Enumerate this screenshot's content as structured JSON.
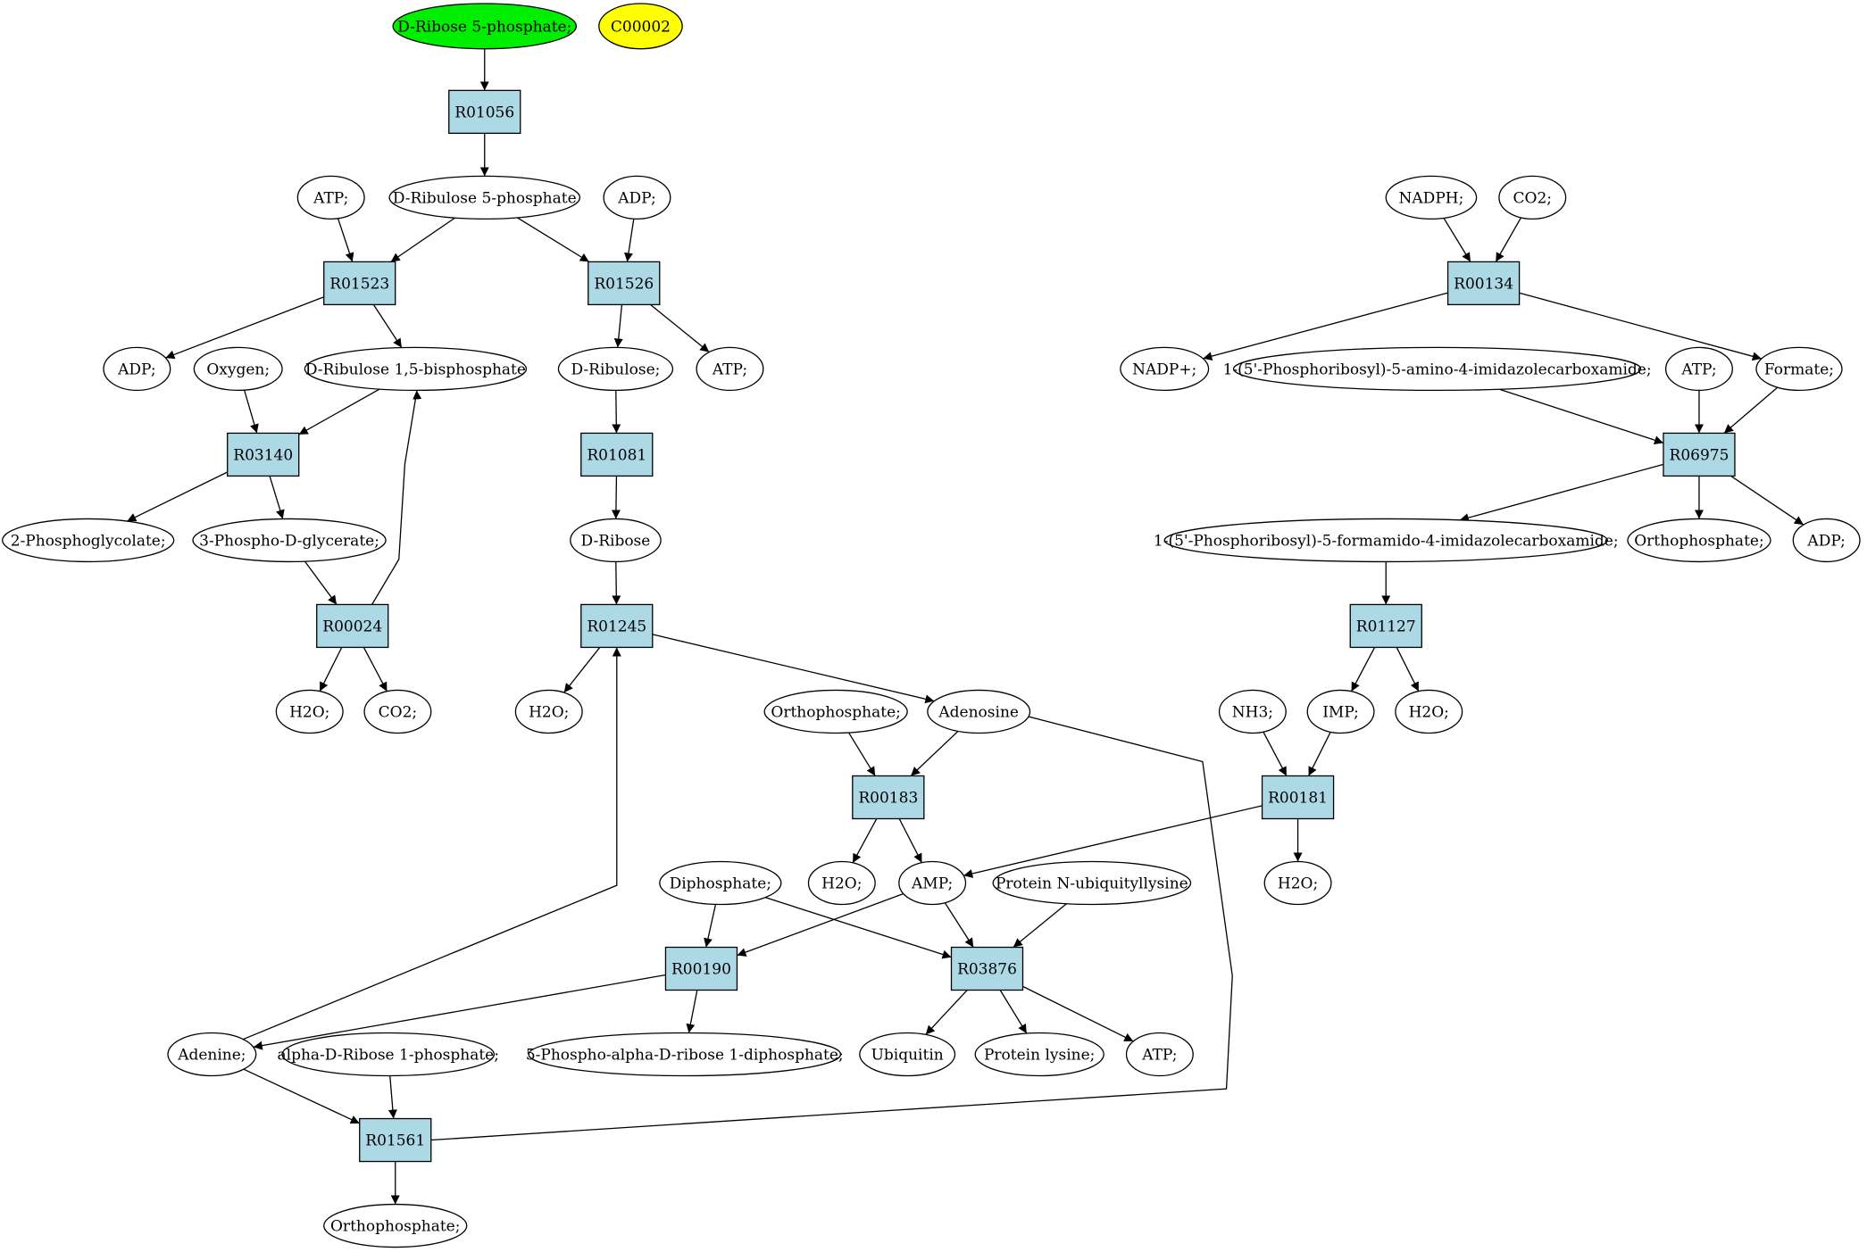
{
  "colors": {
    "start_compound": "#00ee00",
    "highlight_compound": "#ffff00",
    "reaction": "#add8e6",
    "compound": "#ffffff",
    "stroke": "#000000"
  },
  "nodes": [
    {
      "id": "c_r5p",
      "kind": "compound",
      "label": "D-Ribose 5-phosphate;",
      "fill": "start_compound"
    },
    {
      "id": "c_c00002",
      "kind": "compound",
      "label": "C00002",
      "fill": "highlight_compound"
    },
    {
      "id": "r01056",
      "kind": "reaction",
      "label": "R01056"
    },
    {
      "id": "c_atp1",
      "kind": "compound",
      "label": "ATP;"
    },
    {
      "id": "c_ru5p",
      "kind": "compound",
      "label": "D-Ribulose 5-phosphate"
    },
    {
      "id": "c_adp1",
      "kind": "compound",
      "label": "ADP;"
    },
    {
      "id": "r01523",
      "kind": "reaction",
      "label": "R01523"
    },
    {
      "id": "r01526",
      "kind": "reaction",
      "label": "R01526"
    },
    {
      "id": "c_adp2",
      "kind": "compound",
      "label": "ADP;"
    },
    {
      "id": "c_oxygen",
      "kind": "compound",
      "label": "Oxygen;"
    },
    {
      "id": "c_rubp",
      "kind": "compound",
      "label": "D-Ribulose 1,5-bisphosphate"
    },
    {
      "id": "c_ribulose",
      "kind": "compound",
      "label": "D-Ribulose;"
    },
    {
      "id": "c_atp2",
      "kind": "compound",
      "label": "ATP;"
    },
    {
      "id": "r03140",
      "kind": "reaction",
      "label": "R03140"
    },
    {
      "id": "r01081",
      "kind": "reaction",
      "label": "R01081"
    },
    {
      "id": "c_2pg",
      "kind": "compound",
      "label": "2-Phosphoglycolate;"
    },
    {
      "id": "c_3pg",
      "kind": "compound",
      "label": "3-Phospho-D-glycerate;"
    },
    {
      "id": "c_ribose",
      "kind": "compound",
      "label": "D-Ribose"
    },
    {
      "id": "r00024",
      "kind": "reaction",
      "label": "R00024"
    },
    {
      "id": "r01245",
      "kind": "reaction",
      "label": "R01245"
    },
    {
      "id": "c_h2o1",
      "kind": "compound",
      "label": "H2O;"
    },
    {
      "id": "c_co2a",
      "kind": "compound",
      "label": "CO2;"
    },
    {
      "id": "c_h2o2",
      "kind": "compound",
      "label": "H2O;"
    },
    {
      "id": "c_ortho1",
      "kind": "compound",
      "label": "Orthophosphate;"
    },
    {
      "id": "c_adenosine",
      "kind": "compound",
      "label": "Adenosine"
    },
    {
      "id": "r00183",
      "kind": "reaction",
      "label": "R00183"
    },
    {
      "id": "c_h2o3",
      "kind": "compound",
      "label": "H2O;"
    },
    {
      "id": "c_amp",
      "kind": "compound",
      "label": "AMP;"
    },
    {
      "id": "c_diphos",
      "kind": "compound",
      "label": "Diphosphate;"
    },
    {
      "id": "c_protub",
      "kind": "compound",
      "label": "Protein N-ubiquityllysine"
    },
    {
      "id": "r00190",
      "kind": "reaction",
      "label": "R00190"
    },
    {
      "id": "r03876",
      "kind": "reaction",
      "label": "R03876"
    },
    {
      "id": "c_adenine",
      "kind": "compound",
      "label": "Adenine;"
    },
    {
      "id": "c_ar1p",
      "kind": "compound",
      "label": "alpha-D-Ribose 1-phosphate;"
    },
    {
      "id": "c_prpp",
      "kind": "compound",
      "label": "5-Phospho-alpha-D-ribose 1-diphosphate;"
    },
    {
      "id": "c_ubiquitin",
      "kind": "compound",
      "label": "Ubiquitin"
    },
    {
      "id": "c_protlys",
      "kind": "compound",
      "label": "Protein lysine;"
    },
    {
      "id": "c_atp3",
      "kind": "compound",
      "label": "ATP;"
    },
    {
      "id": "r01561",
      "kind": "reaction",
      "label": "R01561"
    },
    {
      "id": "c_ortho2",
      "kind": "compound",
      "label": "Orthophosphate;"
    },
    {
      "id": "c_nadph",
      "kind": "compound",
      "label": "NADPH;"
    },
    {
      "id": "c_co2b",
      "kind": "compound",
      "label": "CO2;"
    },
    {
      "id": "r00134",
      "kind": "reaction",
      "label": "R00134"
    },
    {
      "id": "c_nadp",
      "kind": "compound",
      "label": "NADP+;"
    },
    {
      "id": "c_aicar",
      "kind": "compound",
      "label": "1-(5'-Phosphoribosyl)-5-amino-4-imidazolecarboxamide;"
    },
    {
      "id": "c_atp4",
      "kind": "compound",
      "label": "ATP;"
    },
    {
      "id": "c_formate",
      "kind": "compound",
      "label": "Formate;"
    },
    {
      "id": "r06975",
      "kind": "reaction",
      "label": "R06975"
    },
    {
      "id": "c_faicar",
      "kind": "compound",
      "label": "1-(5'-Phosphoribosyl)-5-formamido-4-imidazolecarboxamide;"
    },
    {
      "id": "c_ortho3",
      "kind": "compound",
      "label": "Orthophosphate;"
    },
    {
      "id": "c_adp3",
      "kind": "compound",
      "label": "ADP;"
    },
    {
      "id": "r01127",
      "kind": "reaction",
      "label": "R01127"
    },
    {
      "id": "c_nh3",
      "kind": "compound",
      "label": "NH3;"
    },
    {
      "id": "c_imp",
      "kind": "compound",
      "label": "IMP;"
    },
    {
      "id": "c_h2o4",
      "kind": "compound",
      "label": "H2O;"
    },
    {
      "id": "r00181",
      "kind": "reaction",
      "label": "R00181"
    },
    {
      "id": "c_h2o5",
      "kind": "compound",
      "label": "H2O;"
    }
  ],
  "edges": [
    [
      "c_r5p",
      "r01056"
    ],
    [
      "r01056",
      "c_ru5p"
    ],
    [
      "c_atp1",
      "r01523"
    ],
    [
      "c_ru5p",
      "r01523"
    ],
    [
      "c_ru5p",
      "r01526"
    ],
    [
      "c_adp1",
      "r01526"
    ],
    [
      "r01523",
      "c_adp2"
    ],
    [
      "r01523",
      "c_rubp"
    ],
    [
      "r01526",
      "c_ribulose"
    ],
    [
      "r01526",
      "c_atp2"
    ],
    [
      "c_oxygen",
      "r03140"
    ],
    [
      "c_rubp",
      "r03140"
    ],
    [
      "c_ribulose",
      "r01081"
    ],
    [
      "r03140",
      "c_2pg"
    ],
    [
      "r03140",
      "c_3pg"
    ],
    [
      "r01081",
      "c_ribose"
    ],
    [
      "c_3pg",
      "r00024"
    ],
    [
      "r00024",
      "c_rubp"
    ],
    [
      "c_ribose",
      "r01245"
    ],
    [
      "r00024",
      "c_h2o1"
    ],
    [
      "r00024",
      "c_co2a"
    ],
    [
      "r01245",
      "c_h2o2"
    ],
    [
      "r01245",
      "c_adenosine"
    ],
    [
      "c_ortho1",
      "r00183"
    ],
    [
      "c_adenosine",
      "r00183"
    ],
    [
      "r00183",
      "c_h2o3"
    ],
    [
      "r00183",
      "c_amp"
    ],
    [
      "c_diphos",
      "r00190"
    ],
    [
      "c_amp",
      "r00190"
    ],
    [
      "c_diphos",
      "r03876"
    ],
    [
      "c_amp",
      "r03876"
    ],
    [
      "c_protub",
      "r03876"
    ],
    [
      "r00190",
      "c_adenine"
    ],
    [
      "r00190",
      "c_prpp"
    ],
    [
      "c_adenine",
      "r01245"
    ],
    [
      "r03876",
      "c_ubiquitin"
    ],
    [
      "r03876",
      "c_protlys"
    ],
    [
      "r03876",
      "c_atp3"
    ],
    [
      "c_adenine",
      "r01561"
    ],
    [
      "c_ar1p",
      "r01561"
    ],
    [
      "r01561",
      "c_ortho2"
    ],
    [
      "r01561",
      "c_adenosine"
    ],
    [
      "c_nadph",
      "r00134"
    ],
    [
      "c_co2b",
      "r00134"
    ],
    [
      "r00134",
      "c_nadp"
    ],
    [
      "r00134",
      "c_formate"
    ],
    [
      "c_aicar",
      "r06975"
    ],
    [
      "c_atp4",
      "r06975"
    ],
    [
      "c_formate",
      "r06975"
    ],
    [
      "r06975",
      "c_faicar"
    ],
    [
      "r06975",
      "c_ortho3"
    ],
    [
      "r06975",
      "c_adp3"
    ],
    [
      "c_faicar",
      "r01127"
    ],
    [
      "r01127",
      "c_imp"
    ],
    [
      "r01127",
      "c_h2o4"
    ],
    [
      "c_nh3",
      "r00181"
    ],
    [
      "c_imp",
      "r00181"
    ],
    [
      "r00181",
      "c_amp"
    ],
    [
      "r00181",
      "c_h2o5"
    ]
  ]
}
